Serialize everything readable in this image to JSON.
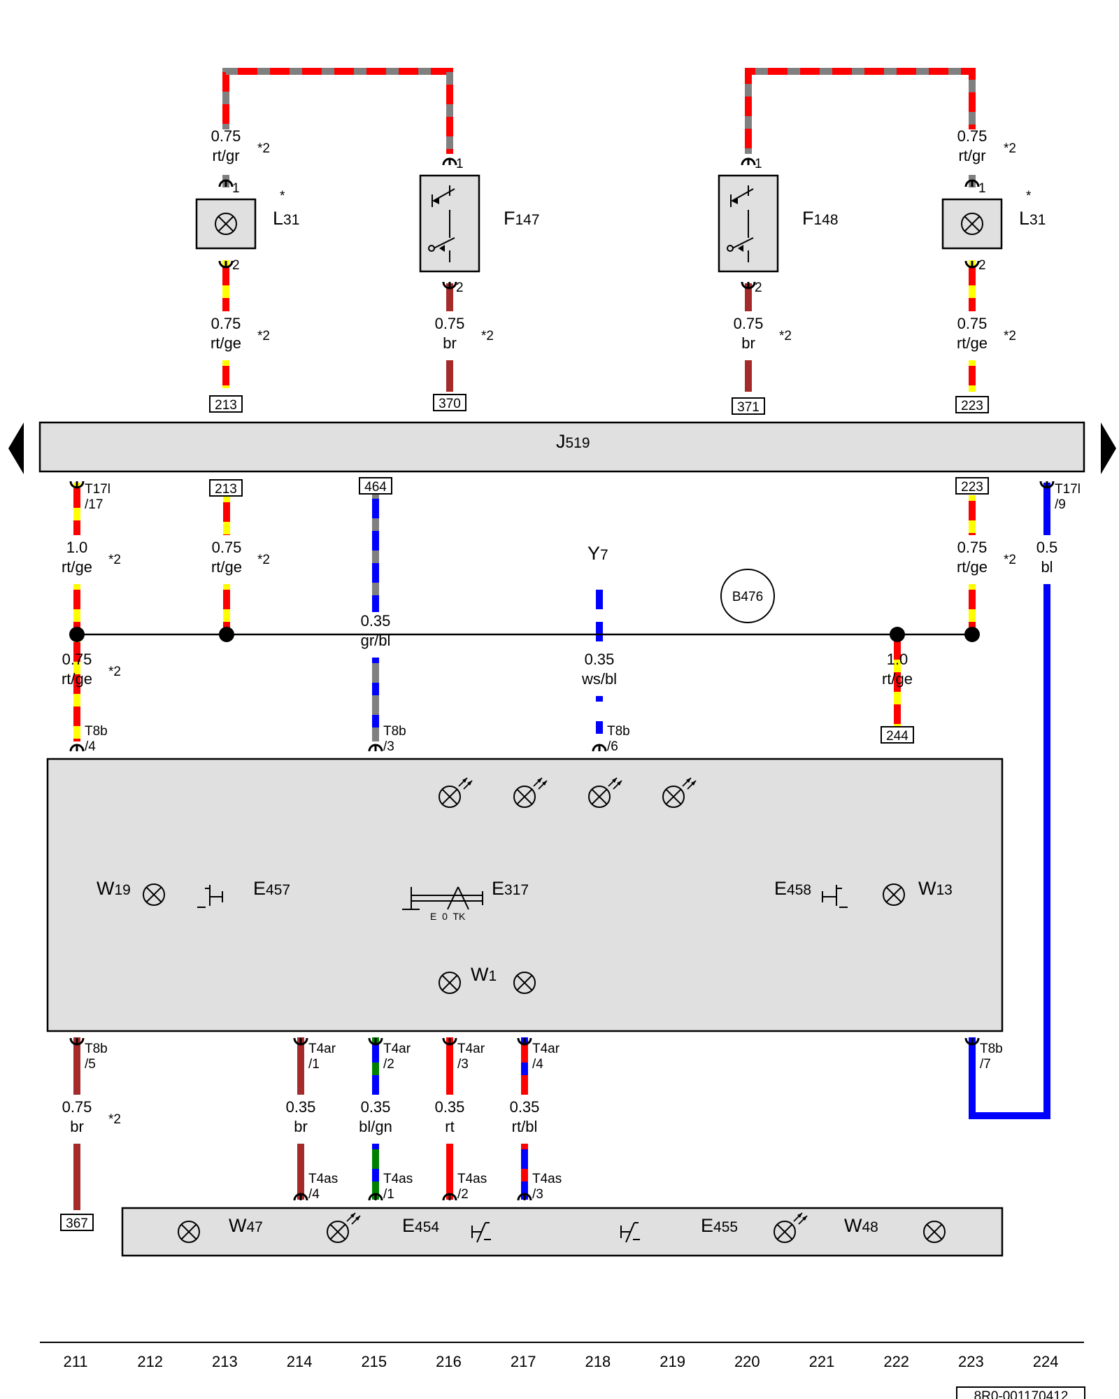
{
  "wire_labels": {
    "w_l31a_top": [
      "0.75",
      "rt/gr"
    ],
    "w_l31b_top": [
      "0.75",
      "rt/gr"
    ],
    "w_l31a_bot": [
      "0.75",
      "rt/ge"
    ],
    "w_f147_bot": [
      "0.75",
      "br"
    ],
    "w_f148_bot": [
      "0.75",
      "br"
    ],
    "w_l31b_bot": [
      "0.75",
      "rt/ge"
    ],
    "w_t17l17": [
      "1.0",
      "rt/ge"
    ],
    "w_213b": [
      "0.75",
      "rt/ge"
    ],
    "w_223b": [
      "0.75",
      "rt/ge"
    ],
    "w_bl": [
      "0.5",
      "bl"
    ],
    "w_464": [
      "0.35",
      "gr/bl"
    ],
    "w_y7": [
      "0.35",
      "ws/bl"
    ],
    "w_244": [
      "1.0",
      "rt/ge"
    ],
    "w_t8b4": [
      "0.75",
      "rt/ge"
    ],
    "w_t8b5": [
      "0.75",
      "br"
    ],
    "w_t4ar1": [
      "0.35",
      "br"
    ],
    "w_t4ar2": [
      "0.35",
      "bl/gn"
    ],
    "w_t4ar3": [
      "0.35",
      "rt"
    ],
    "w_t4ar4": [
      "0.35",
      "rt/bl"
    ]
  },
  "notes": {
    "star2": "*2",
    "star": "*"
  },
  "refs": {
    "r213a": "213",
    "r370": "370",
    "r371": "371",
    "r223a": "223",
    "r213b": "213",
    "r464": "464",
    "r223b": "223",
    "r244": "244",
    "r367": "367"
  },
  "connectors": {
    "c1": "1",
    "c2": "2",
    "t17l": "T17l",
    "t17l_17": "/17",
    "t17l_9": "/9",
    "t8b": "T8b",
    "t8b_4": "/4",
    "t8b_3": "/3",
    "t8b_6": "/6",
    "t8b_5": "/5",
    "t8b_7": "/7",
    "t4ar": "T4ar",
    "t4ar_1": "/1",
    "t4ar_2": "/2",
    "t4ar_3": "/3",
    "t4ar_4": "/4",
    "t4as": "T4as",
    "t4as_4": "/4",
    "t4as_1": "/1",
    "t4as_2": "/2",
    "t4as_3": "/3"
  },
  "components": {
    "l31": {
      "main": "L",
      "sub": "31"
    },
    "f147": {
      "main": "F",
      "sub": "147"
    },
    "f148": {
      "main": "F",
      "sub": "148"
    },
    "j519": {
      "main": "J",
      "sub": "519"
    },
    "y7": {
      "main": "Y",
      "sub": "7"
    },
    "b476": "B476",
    "w19": {
      "main": "W",
      "sub": "19"
    },
    "e457": {
      "main": "E",
      "sub": "457"
    },
    "e317": {
      "main": "E",
      "sub": "317"
    },
    "e458": {
      "main": "E",
      "sub": "458"
    },
    "w13": {
      "main": "W",
      "sub": "13"
    },
    "w1": {
      "main": "W",
      "sub": "1"
    },
    "w47": {
      "main": "W",
      "sub": "47"
    },
    "e454": {
      "main": "E",
      "sub": "454"
    },
    "e455": {
      "main": "E",
      "sub": "455"
    },
    "w48": {
      "main": "W",
      "sub": "48"
    },
    "e317_positions": "E  0  TK"
  },
  "track_numbers": [
    "211",
    "212",
    "213",
    "214",
    "215",
    "216",
    "217",
    "218",
    "219",
    "220",
    "221",
    "222",
    "223",
    "224"
  ],
  "doc_id": "8R0-001170412",
  "colors": {
    "rt": "#ff0000",
    "gr": "#808080",
    "ge": "#ffff00",
    "br": "#a52a2a",
    "bl": "#0000ff",
    "gn": "#008000",
    "ws": "#ffffff",
    "box": "#e0e0e0"
  }
}
